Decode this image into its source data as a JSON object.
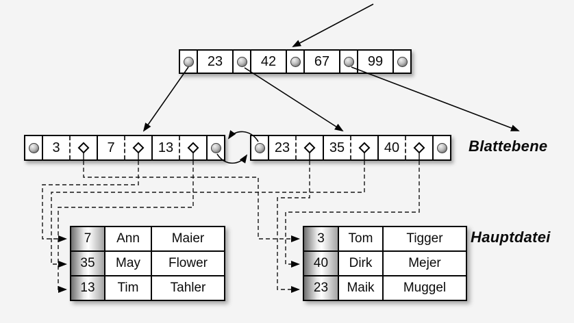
{
  "diagram": {
    "type": "b-tree-index-with-main-file",
    "root_node": {
      "keys": [
        "23",
        "42",
        "67",
        "99"
      ],
      "pointer_count": 5
    },
    "leaf_level": {
      "label": "Blattebene",
      "nodes": [
        {
          "id": "left-leaf",
          "keys": [
            "3",
            "7",
            "13"
          ]
        },
        {
          "id": "right-leaf",
          "keys": [
            "23",
            "35",
            "40"
          ]
        }
      ]
    },
    "main_file": {
      "label": "Hauptdatei",
      "tables": [
        {
          "id": "left-table",
          "rows": [
            [
              "7",
              "Ann",
              "Maier"
            ],
            [
              "35",
              "May",
              "Flower"
            ],
            [
              "13",
              "Tim",
              "Tahler"
            ]
          ]
        },
        {
          "id": "right-table",
          "rows": [
            [
              "3",
              "Tom",
              "Tigger"
            ],
            [
              "40",
              "Dirk",
              "Mejer"
            ],
            [
              "23",
              "Maik",
              "Muggel"
            ]
          ]
        }
      ]
    },
    "record_links": [
      {
        "from_leaf_key": "3",
        "to_row": "3 Tom Tigger"
      },
      {
        "from_leaf_key": "7",
        "to_row": "7 Ann Maier"
      },
      {
        "from_leaf_key": "13",
        "to_row": "13 Tim Tahler"
      },
      {
        "from_leaf_key": "23",
        "to_row": "23 Maik Muggel"
      },
      {
        "from_leaf_key": "35",
        "to_row": "35 May Flower"
      },
      {
        "from_leaf_key": "40",
        "to_row": "40 Dirk Mejer"
      }
    ],
    "icons": [
      "pointer-circle-icon",
      "record-diamond-icon",
      "arrowhead-icon"
    ],
    "colors": {
      "background": "#f4f4f4",
      "node_fill": "#ffffff",
      "line": "#050505",
      "key_column_gradient": [
        "#6f6f6f",
        "#ffffff",
        "#a3a3a3"
      ]
    }
  }
}
